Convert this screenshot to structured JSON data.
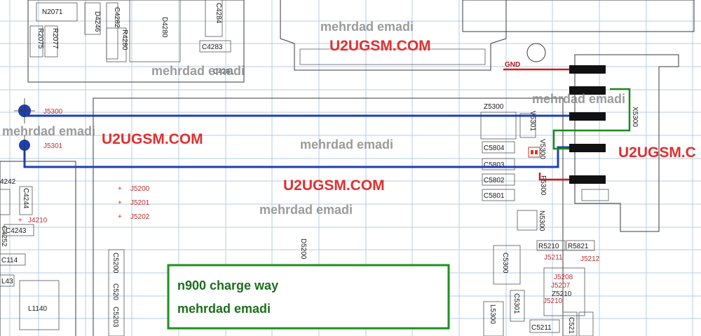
{
  "components": {
    "top": [
      "N2071",
      "D4246",
      "C4282",
      "R4280",
      "D4280",
      "C4284",
      "C4283",
      "R2075",
      "R2077",
      "C4281"
    ],
    "left": [
      "C4244",
      "C4243",
      "C4252",
      "C114",
      "L43",
      "L1140",
      "4242"
    ],
    "middle": [
      "J5200",
      "J5201",
      "J5202",
      "D5200",
      "C5200",
      "C520",
      "C5203"
    ],
    "right": [
      "Z5300",
      "V5301",
      "V5300",
      "C5804",
      "C5803",
      "C5802",
      "C5801",
      "F5300",
      "N5300",
      "C5300",
      "R5210",
      "R5821",
      "J5211",
      "J5212",
      "J5208",
      "J5207",
      "Z5210",
      "J5210",
      "C5301",
      "L5300",
      "C5211",
      "C521",
      "X5300"
    ]
  },
  "testpoints": {
    "j5300": "J5300",
    "j5301": "J5301",
    "j4210": "J4210"
  },
  "gnd_label": "GND",
  "watermarks": {
    "gray_text": "mehrdad emadi",
    "red_text": "U2UGSM.COM",
    "red_text_clipped": "U2UGSM.C"
  },
  "caption": {
    "line1": "n900 charge way",
    "line2": "mehrdad emadi"
  },
  "colors": {
    "trace_blue": "#1f3fb0",
    "trace_green": "#1a8a1a",
    "trace_red": "#cc1a1a",
    "caption_border": "#1f8f1f",
    "pin_black": "#111111"
  }
}
